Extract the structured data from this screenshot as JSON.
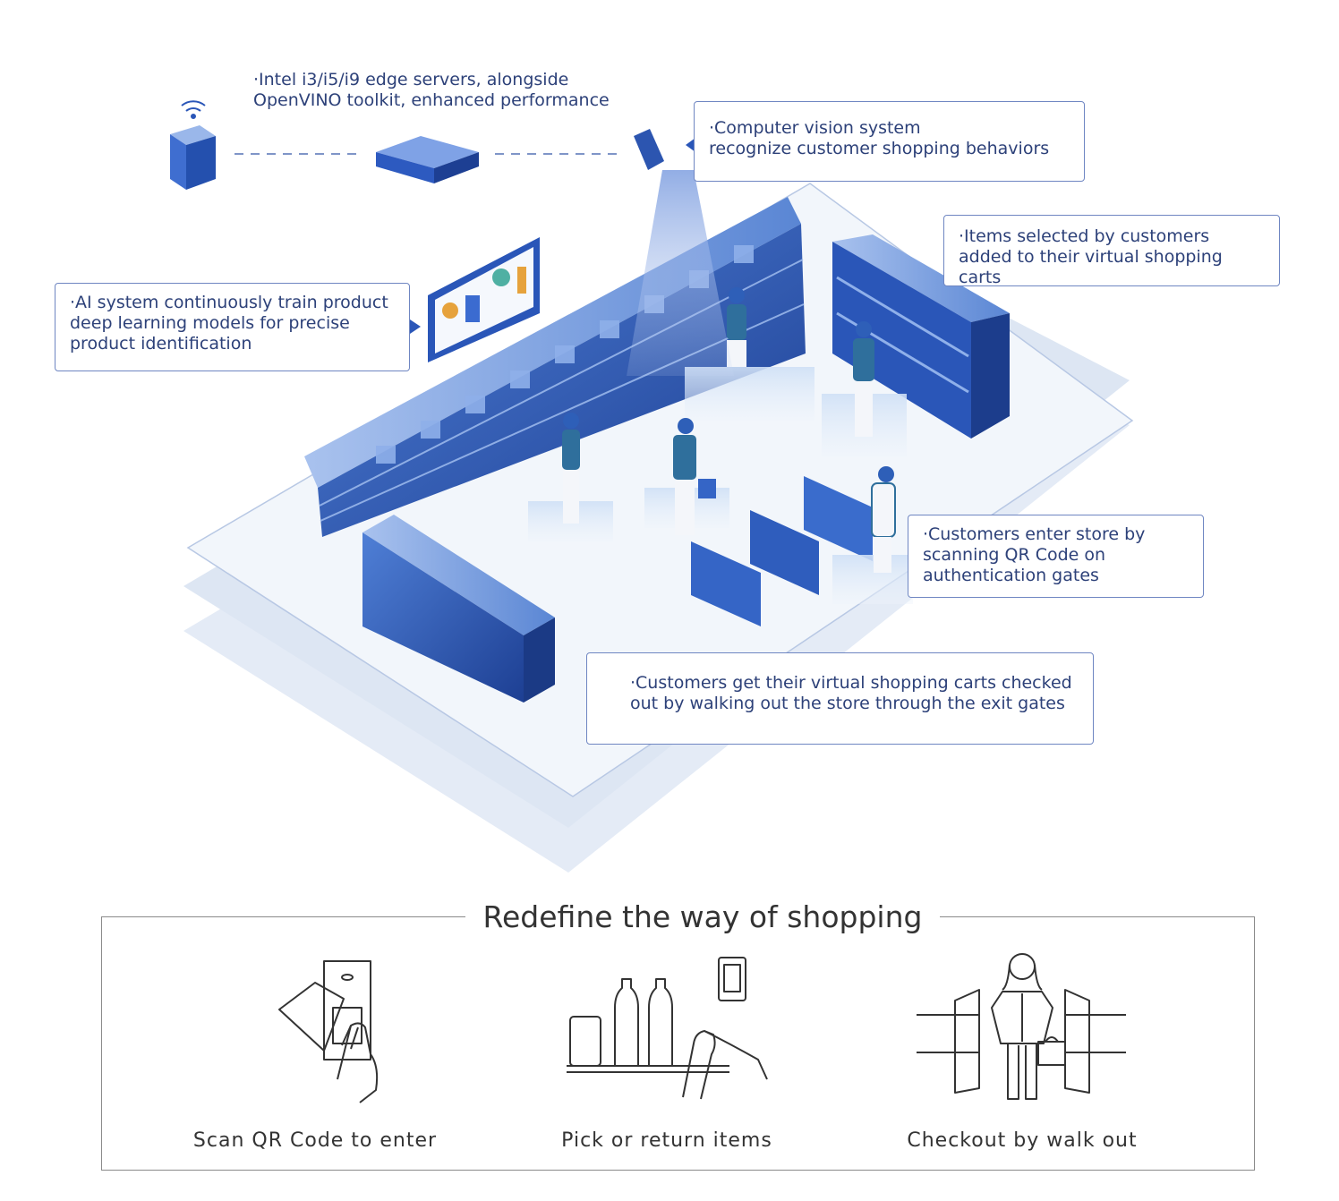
{
  "callouts": {
    "edge_servers": "·Intel i3/i5/i9 edge servers, alongside\nOpenVINO toolkit, enhanced performance",
    "computer_vision": "·Computer vision system\nrecognize customer shopping behaviors",
    "items_selected": "·Items selected by customers\nadded to their virtual shopping carts",
    "ai_system": "·AI system continuously train product\ndeep learning models for precise\nproduct identification",
    "enter_store": "·Customers enter store by\nscanning QR Code on\nauthentication gates",
    "checkout": "·Customers get their virtual shopping carts checked\nout by walking out the store through the exit gates"
  },
  "panel": {
    "title": "Redefine the way of shopping",
    "steps": [
      {
        "label": "Scan QR Code to enter",
        "icon": "qr-scan-icon"
      },
      {
        "label": "Pick or return items",
        "icon": "pick-items-icon"
      },
      {
        "label": "Checkout by walk out",
        "icon": "walk-out-icon"
      }
    ]
  },
  "colors": {
    "accent": "#2a56b8",
    "accent_dark": "#1f3f8f",
    "floor": "#e7edf6",
    "callout_border": "#6f86c2",
    "text": "#2d4179",
    "line_art": "#333333"
  }
}
